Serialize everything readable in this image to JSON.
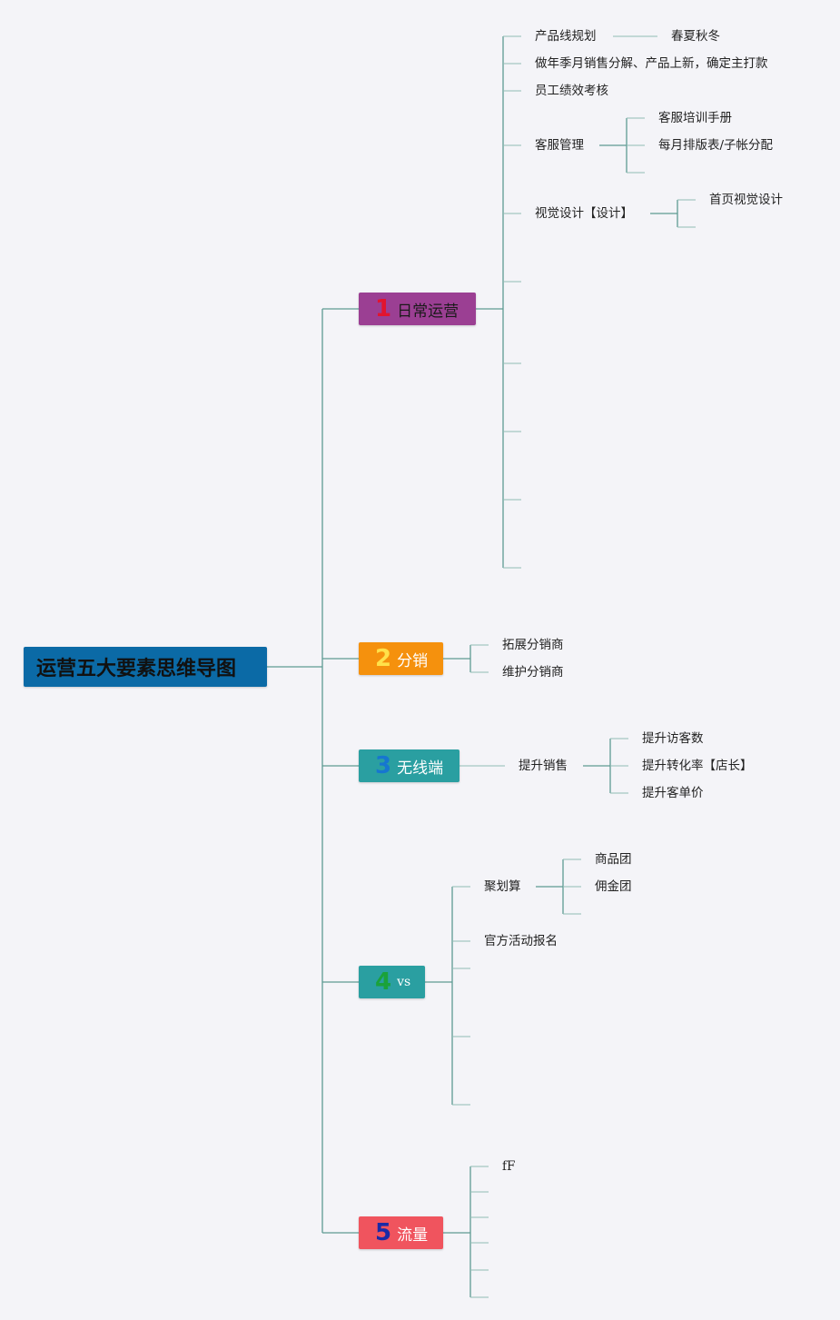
{
  "root": {
    "label": "运营五大要素思维导图"
  },
  "branches": {
    "daily": {
      "num": "1",
      "label": "日常运营",
      "product_line": "产品线规划",
      "seasons": "春夏秋冬",
      "seasonal_sales": "做年季月销售分解、产品上新，确定主打款",
      "staff_kpi": "员工绩效考核",
      "cs_mgmt": "客服管理",
      "cs_training": "客服培训手册",
      "cs_schedule": "每月排版表/子帐分配",
      "visual": "视觉设计【设计】",
      "homepage": "首页视觉设计"
    },
    "distribution": {
      "num": "2",
      "label": "分销",
      "expand": "拓展分销商",
      "maintain": "维护分销商"
    },
    "mobile": {
      "num": "3",
      "label": "无线端",
      "boost": "提升销售",
      "visitors": "提升访客数",
      "conversion": "提升转化率【店长】",
      "aov": "提升客单价"
    },
    "vs": {
      "num": "4",
      "label": "vs",
      "juhuasuan": "聚划算",
      "goods_group": "商品团",
      "commission_group": "佣金团",
      "official": "官方活动报名"
    },
    "traffic": {
      "num": "5",
      "label": "流量",
      "ff": "fF"
    }
  }
}
